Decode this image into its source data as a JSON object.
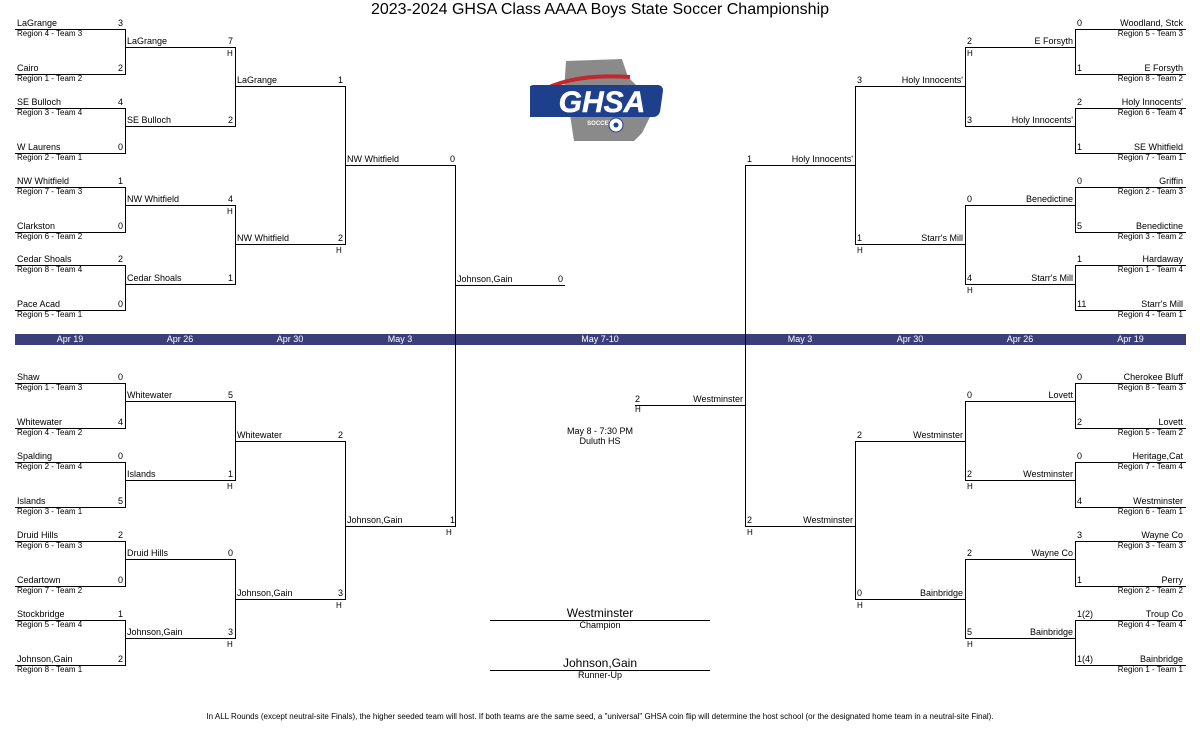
{
  "title": "2023-2024 GHSA Class AAAA Boys State Soccer Championship",
  "logo": {
    "text": "GHSA",
    "subtext": "SOCCER",
    "colors": {
      "blue": "#1d3f8c",
      "gray": "#8a8a8a",
      "red": "#c4262e"
    }
  },
  "dates": {
    "r1_left": "Apr 19",
    "r2_left": "Apr 26",
    "qf_left": "Apr 30",
    "sf_left": "May 3",
    "final": "May 7-10",
    "sf_right": "May 3",
    "qf_right": "Apr 30",
    "r2_right": "Apr 26",
    "r1_right": "Apr 19"
  },
  "date_bar_color": "#3a3f7a",
  "r1": {
    "left": [
      {
        "name": "LaGrange",
        "seed": "Region 4 - Team 3",
        "score": "3"
      },
      {
        "name": "Cairo",
        "seed": "Region 1 - Team 2",
        "score": "2"
      },
      {
        "name": "SE Bulloch",
        "seed": "Region 3 - Team 4",
        "score": "4"
      },
      {
        "name": "W Laurens",
        "seed": "Region 2 - Team 1",
        "score": "0"
      },
      {
        "name": "NW Whitfield",
        "seed": "Region 7 - Team 3",
        "score": "1"
      },
      {
        "name": "Clarkston",
        "seed": "Region 6 - Team 2",
        "score": "0"
      },
      {
        "name": "Cedar Shoals",
        "seed": "Region 8 - Team 4",
        "score": "2"
      },
      {
        "name": "Pace Acad",
        "seed": "Region 5 - Team 1",
        "score": "0"
      },
      {
        "name": "Shaw",
        "seed": "Region 1 - Team 3",
        "score": "0"
      },
      {
        "name": "Whitewater",
        "seed": "Region 4 - Team 2",
        "score": "4"
      },
      {
        "name": "Spalding",
        "seed": "Region 2 - Team 4",
        "score": "0"
      },
      {
        "name": "Islands",
        "seed": "Region 3 - Team 1",
        "score": "5"
      },
      {
        "name": "Druid Hills",
        "seed": "Region 6 - Team 3",
        "score": "2"
      },
      {
        "name": "Cedartown",
        "seed": "Region 7 - Team 2",
        "score": "0"
      },
      {
        "name": "Stockbridge",
        "seed": "Region 5 - Team 4",
        "score": "1"
      },
      {
        "name": "Johnson,Gain",
        "seed": "Region 8 - Team 1",
        "score": "2"
      }
    ],
    "right": [
      {
        "name": "Woodland, Stck",
        "seed": "Region 5 - Team 3",
        "score": "0"
      },
      {
        "name": "E Forsyth",
        "seed": "Region 8 - Team 2",
        "score": "1"
      },
      {
        "name": "Holy Innocents'",
        "seed": "Region 6 - Team 4",
        "score": "2"
      },
      {
        "name": "SE Whitfield",
        "seed": "Region 7 - Team 1",
        "score": "1"
      },
      {
        "name": "Griffin",
        "seed": "Region 2 - Team 3",
        "score": "0"
      },
      {
        "name": "Benedictine",
        "seed": "Region 3 - Team 2",
        "score": "5"
      },
      {
        "name": "Hardaway",
        "seed": "Region 1 - Team 4",
        "score": "1"
      },
      {
        "name": "Starr's Mill",
        "seed": "Region 4 - Team 1",
        "score": "11"
      },
      {
        "name": "Cherokee Bluff",
        "seed": "Region 8 - Team 3",
        "score": "0"
      },
      {
        "name": "Lovett",
        "seed": "Region 5 - Team 2",
        "score": "2"
      },
      {
        "name": "Heritage,Cat",
        "seed": "Region 7 - Team 4",
        "score": "0"
      },
      {
        "name": "Westminster",
        "seed": "Region 6 - Team 1",
        "score": "4"
      },
      {
        "name": "Wayne Co",
        "seed": "Region 3 - Team 3",
        "score": "3"
      },
      {
        "name": "Perry",
        "seed": "Region 2 - Team 2",
        "score": "1"
      },
      {
        "name": "Troup Co",
        "seed": "Region 4 - Team 4",
        "score": "1(2)"
      },
      {
        "name": "Bainbridge",
        "seed": "Region 1 - Team 1",
        "score": "1(4)"
      }
    ]
  },
  "r2": {
    "left": [
      {
        "name": "LaGrange",
        "score": "7",
        "home": "H"
      },
      {
        "name": "SE Bulloch",
        "score": "2",
        "home": ""
      },
      {
        "name": "NW Whitfield",
        "score": "4",
        "home": "H"
      },
      {
        "name": "Cedar Shoals",
        "score": "1",
        "home": ""
      },
      {
        "name": "Whitewater",
        "score": "5",
        "home": ""
      },
      {
        "name": "Islands",
        "score": "1",
        "home": "H"
      },
      {
        "name": "Druid Hills",
        "score": "0",
        "home": ""
      },
      {
        "name": "Johnson,Gain",
        "score": "3",
        "home": "H"
      }
    ],
    "right": [
      {
        "name": "E Forsyth",
        "score": "2",
        "home": "H"
      },
      {
        "name": "Holy Innocents'",
        "score": "3",
        "home": ""
      },
      {
        "name": "Benedictine",
        "score": "0",
        "home": ""
      },
      {
        "name": "Starr's Mill",
        "score": "4",
        "home": "H"
      },
      {
        "name": "Lovett",
        "score": "0",
        "home": ""
      },
      {
        "name": "Westminster",
        "score": "2",
        "home": "H"
      },
      {
        "name": "Wayne Co",
        "score": "2",
        "home": ""
      },
      {
        "name": "Bainbridge",
        "score": "5",
        "home": "H"
      }
    ]
  },
  "qf": {
    "left": [
      {
        "name": "LaGrange",
        "score": "1",
        "home": ""
      },
      {
        "name": "NW Whitfield",
        "score": "2",
        "home": "H"
      },
      {
        "name": "Whitewater",
        "score": "2",
        "home": ""
      },
      {
        "name": "Johnson,Gain",
        "score": "3",
        "home": "H"
      }
    ],
    "right": [
      {
        "name": "Holy Innocents'",
        "score": "3",
        "home": ""
      },
      {
        "name": "Starr's Mill",
        "score": "1",
        "home": "H"
      },
      {
        "name": "Westminster",
        "score": "2",
        "home": ""
      },
      {
        "name": "Bainbridge",
        "score": "0",
        "home": "H"
      }
    ]
  },
  "sf": {
    "left": [
      {
        "name": "NW Whitfield",
        "score": "0",
        "home": ""
      },
      {
        "name": "Johnson,Gain",
        "score": "1",
        "home": "H"
      }
    ],
    "right": [
      {
        "name": "Holy Innocents'",
        "score": "1",
        "home": ""
      },
      {
        "name": "Westminster",
        "score": "2",
        "home": "H"
      }
    ]
  },
  "final": {
    "left": {
      "name": "Johnson,Gain",
      "score": "0"
    },
    "right": {
      "name": "Westminster",
      "score": "2",
      "home": "H"
    },
    "info_line1": "May 8 - 7:30 PM",
    "info_line2": "Duluth HS"
  },
  "champion": {
    "name": "Westminster",
    "label": "Champion"
  },
  "runner_up": {
    "name": "Johnson,Gain",
    "label": "Runner-Up"
  },
  "footnote": "In ALL Rounds (except neutral-site Finals), the higher seeded team will host. If both teams are the same seed, a \"universal\" GHSA coin flip will determine the host school (or the designated home team in a neutral-site Final)."
}
